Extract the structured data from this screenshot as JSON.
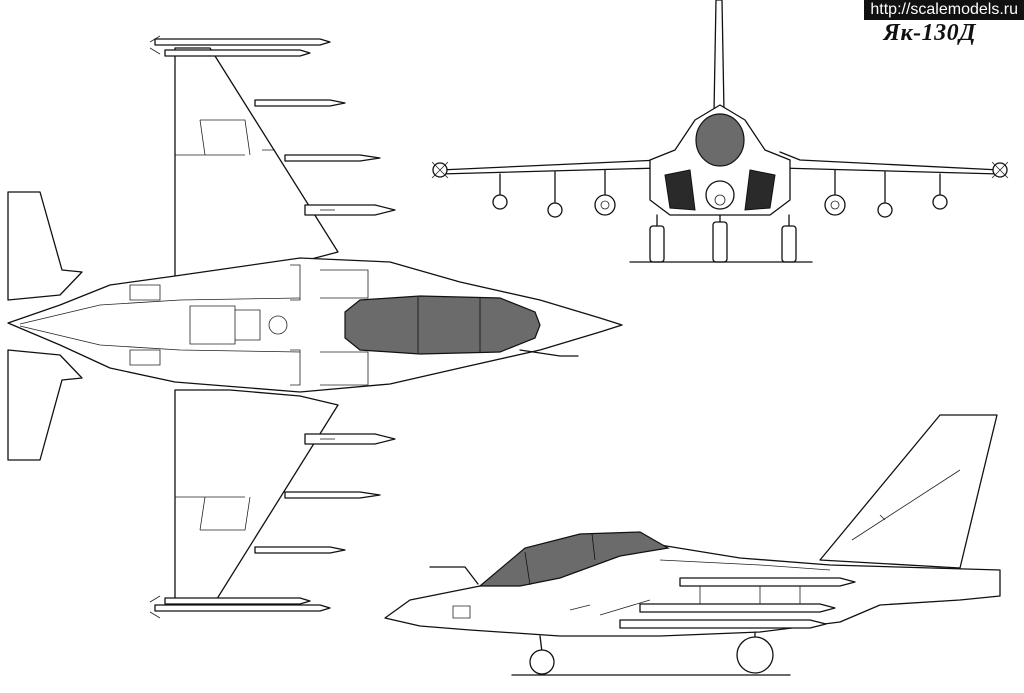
{
  "watermark": {
    "text": "http://scalemodels.ru"
  },
  "title": {
    "text": "Як-130Д"
  },
  "views": [
    "top-view",
    "front-view",
    "side-view"
  ],
  "colors": {
    "ink": "#111111",
    "canopy": "#6b6b6b",
    "background": "#ffffff"
  }
}
